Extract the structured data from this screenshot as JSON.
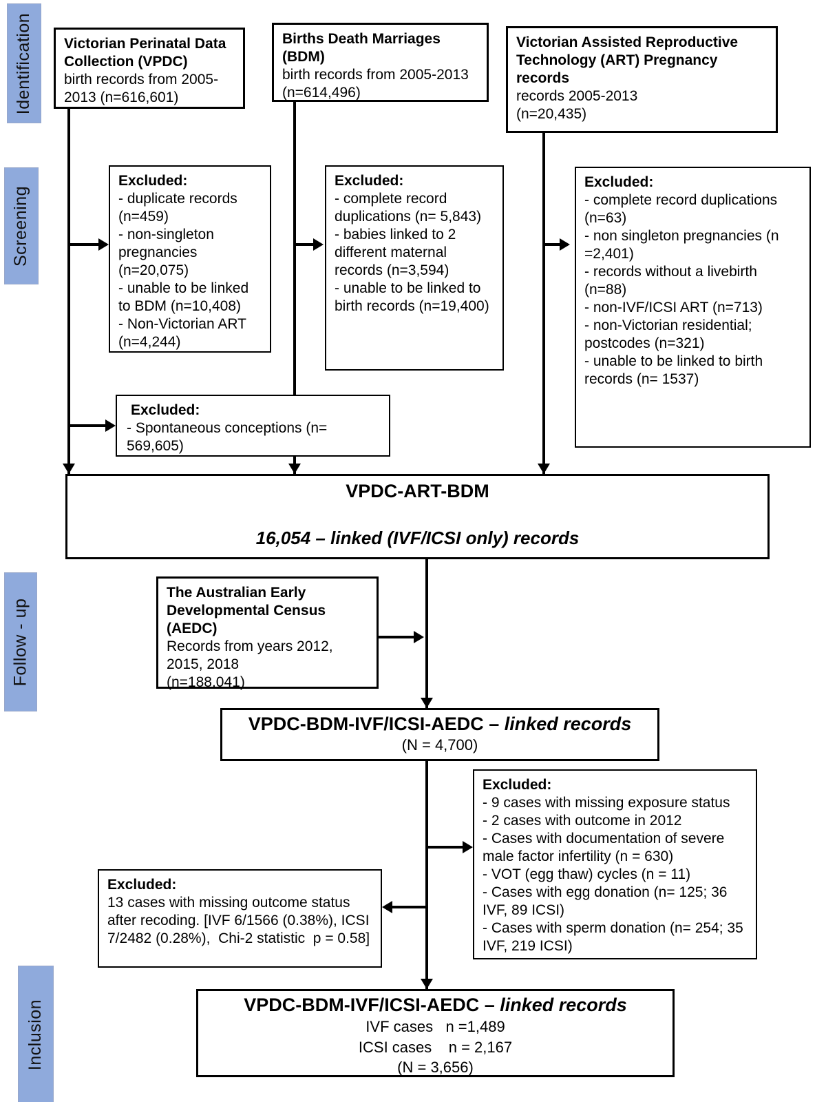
{
  "colors": {
    "accent": "#8FAADC",
    "line": "#000000"
  },
  "stages": {
    "identification": "Identification",
    "screening": "Screening",
    "followup": "Follow - up",
    "inclusion": "Inclusion"
  },
  "sources": {
    "vpdc": {
      "title": "Victorian Perinatal Data Collection (VPDC)",
      "lines": [
        "birth records from 2005-2013 (n=616,601)"
      ]
    },
    "bdm": {
      "title": "Births Death Marriages (BDM)",
      "lines": [
        "birth records from 2005-2013 (n=614,496)"
      ]
    },
    "art": {
      "title": "Victorian Assisted Reproductive Technology (ART) Pregnancy records",
      "lines": [
        "records 2005-2013",
        "(n=20,435)"
      ]
    },
    "aedc": {
      "title": "The Australian Early Developmental Census (AEDC)",
      "lines": [
        "Records from years 2012, 2015, 2018",
        "(n=188,041)"
      ]
    }
  },
  "exclusions": {
    "vpdc": {
      "header": "Excluded:",
      "items": [
        "- duplicate records (n=459)",
        "- non-singleton pregnancies (n=20,075)",
        "- unable to be linked to BDM (n=10,408)",
        "- Non-Victorian ART (n=4,244)"
      ]
    },
    "bdm": {
      "header": "Excluded:",
      "items": [
        "- complete record duplications (n= 5,843)",
        "- babies linked to 2 different maternal records (n=3,594)",
        "- unable to be linked to birth records (n=19,400)"
      ]
    },
    "art": {
      "header": "Excluded:",
      "items": [
        "- complete record duplications (n=63)",
        "- non singleton pregnancies (n =2,401)",
        "- records without a livebirth (n=88)",
        "- non-IVF/ICSI ART (n=713)",
        "- non-Victorian residential; postcodes (n=321)",
        "- unable to be linked to birth records (n= 1537)"
      ]
    },
    "spontaneous": {
      "header": "Excluded:",
      "items": [
        "- Spontaneous conceptions (n= 569,605)"
      ]
    },
    "followup": {
      "header": "Excluded:",
      "items": [
        "- 9 cases with missing exposure status",
        "- 2 cases with outcome in 2012",
        "- Cases with documentation of severe male factor infertility (n = 630)",
        "- VOT (egg thaw) cycles (n = 11)",
        "- Cases with egg donation (n= 125; 36 IVF, 89 ICSI)",
        "- Cases with sperm donation (n= 254; 35 IVF, 219 ICSI)"
      ]
    },
    "outcome": {
      "header": "Excluded:",
      "body": "13 cases with missing outcome status after recoding. [IVF 6/1566 (0.38%), ICSI 7/2482 (0.28%),  Chi-2 statistic  p = 0.58]"
    }
  },
  "linked": {
    "vpdc_art_bdm": {
      "title": "VPDC-ART-BDM",
      "count_line": "16,054 – linked (IVF/ICSI only) records"
    },
    "aedc_linked": {
      "title_plain": "VPDC-BDM-IVF/ICSI-AEDC – ",
      "title_italic": "linked records",
      "subtitle": "(N = 4,700)"
    },
    "final": {
      "title_plain": "VPDC-BDM-IVF/ICSI-AEDC – ",
      "title_italic": "linked records",
      "lines": [
        "IVF cases   n =1,489",
        "ICSI cases    n = 2,167",
        "(N = 3,656)"
      ]
    }
  }
}
